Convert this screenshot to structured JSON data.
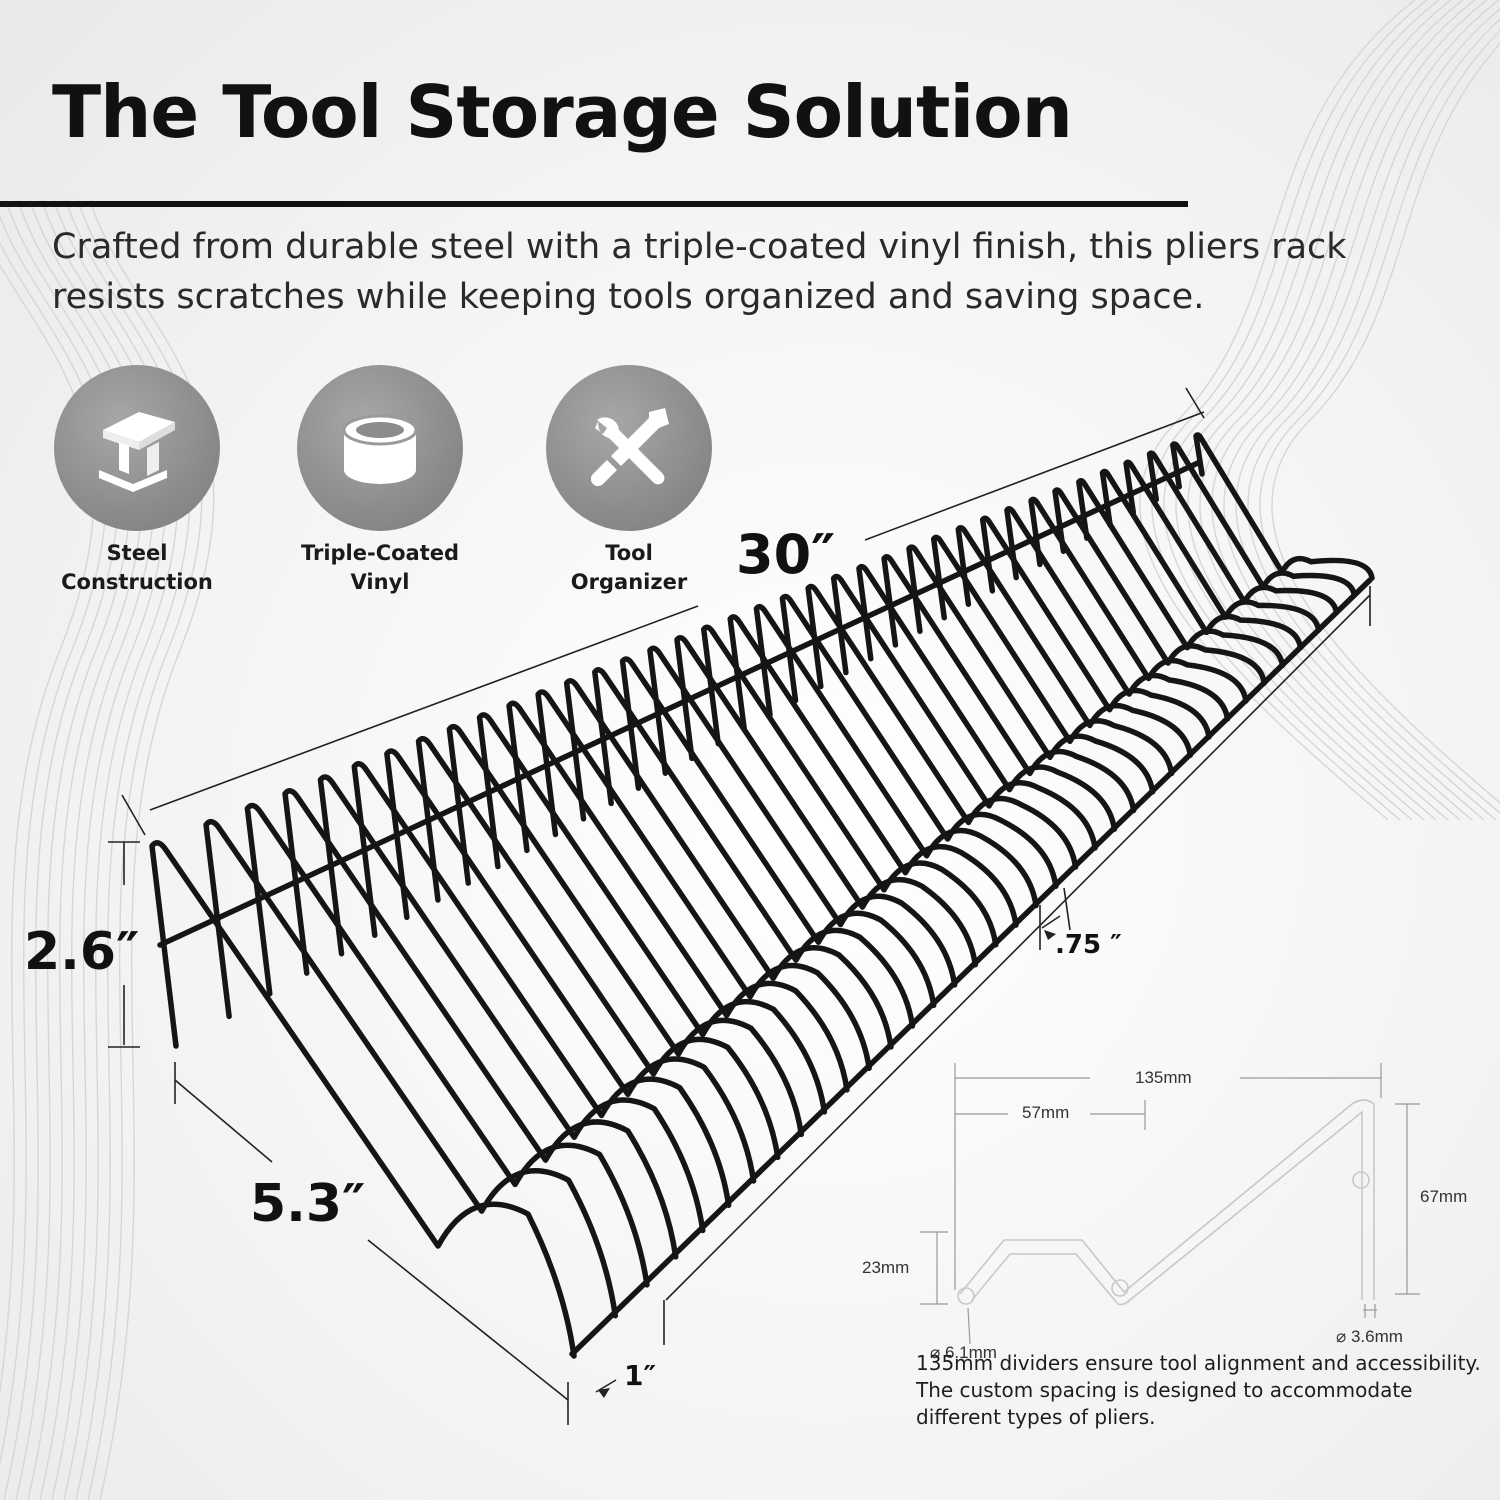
{
  "header": {
    "title": "The Tool Storage Solution",
    "subtitle": "Crafted from durable steel with a triple-coated vinyl finish, this pliers rack resists scratches while keeping tools organized and saving space."
  },
  "features": [
    {
      "label": "Steel\nConstruction",
      "icon": "steel-beam-icon"
    },
    {
      "label": "Triple-Coated\nVinyl",
      "icon": "vinyl-roll-icon"
    },
    {
      "label": "Tool\nOrganizer",
      "icon": "wrench-screwdriver-icon"
    }
  ],
  "rack": {
    "length": "30″",
    "height": "2.6″",
    "depth": "5.3″",
    "slot_spacing": ".75 ″",
    "base_width": "1″"
  },
  "technical": {
    "width_total": "135mm",
    "width_partial": "57mm",
    "height_total": "67mm",
    "height_low": "23mm",
    "diameter_large": "⌀ 6.1mm",
    "diameter_small": "⌀ 3.6mm",
    "caption": "135mm dividers ensure tool alignment and accessibility. The custom spacing is designed to accommodate different types of pliers."
  },
  "colors": {
    "accent": "#111111",
    "icon_circle": "#8c8c8c",
    "wire": "#151515"
  }
}
